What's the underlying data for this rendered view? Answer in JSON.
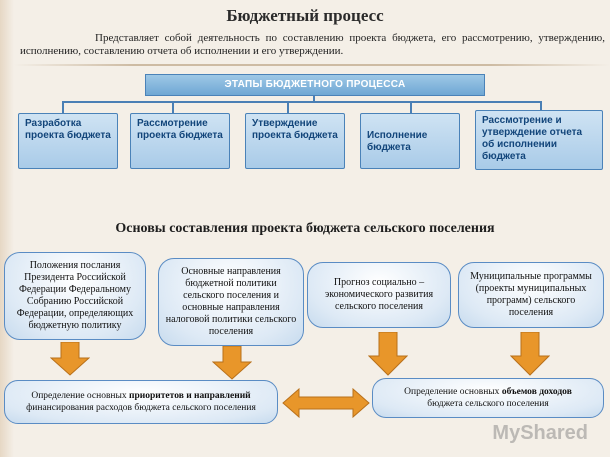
{
  "title": "Бюджетный процесс",
  "intro": "Представляет собой деятельность по составлению проекта бюджета, его рассмотрению, утверждению, исполнению, составлению отчета об исполнении и его утверждении.",
  "stages_header": "ЭТАПЫ БЮДЖЕТНОГО ПРОЦЕССА",
  "stages": [
    "Разработка проекта бюджета",
    "Рассмотрение проекта бюджета",
    "Утверждение проекта бюджета",
    "Исполнение бюджета",
    "Рассмотрение и утверждение отчета об исполнении бюджета"
  ],
  "subtitle": "Основы составления проекта бюджета сельского поселения",
  "foundations": [
    "Положения послания Президента Российской Федерации Федеральному Собранию Российской Федерации, определяющих бюджетную политику",
    "Основные направления бюджетной политики сельского поселения и основные направления налоговой политики сельского поселения",
    "Прогноз социально – экономического развития сельского поселения",
    "Муниципальные программы (проекты муниципальных программ) сельского поселения"
  ],
  "results": {
    "left": {
      "prefix": "Определение основных ",
      "bold": "приоритетов и направлений",
      "suffix": "финансирования расходов бюджета сельского поселения"
    },
    "right": {
      "prefix": "Определение основных ",
      "bold": "объемов доходов",
      "suffix": "бюджета сельского поселения"
    }
  },
  "watermark": "MyShared",
  "colors": {
    "arrow": "#e8962a",
    "box_border": "#4a82b8",
    "stage_text": "#12457a"
  }
}
